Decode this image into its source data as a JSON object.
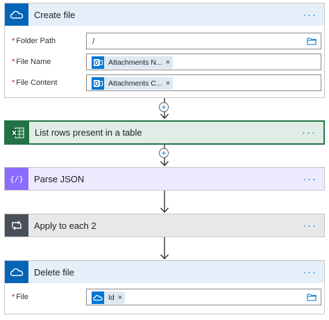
{
  "create_file": {
    "title": "Create file",
    "more": "···",
    "fields": [
      {
        "label": "Folder Path",
        "value": "/"
      },
      {
        "label": "File Name",
        "token": "Attachments N...",
        "remove": "×"
      },
      {
        "label": "File Content",
        "token": "Attachments C...",
        "remove": "×"
      }
    ],
    "required_mark": "*"
  },
  "list_rows": {
    "title": "List rows present in a table",
    "more": "···"
  },
  "parse_json": {
    "title": "Parse JSON",
    "more": "···"
  },
  "apply_each": {
    "title": "Apply to each 2",
    "more": "···"
  },
  "delete_file": {
    "title": "Delete file",
    "more": "···",
    "fields": [
      {
        "label": "File",
        "token": "Id",
        "remove": "×"
      }
    ],
    "required_mark": "*"
  },
  "connector_plus": "+",
  "colors": {
    "onedrive": "#0364b8",
    "excel": "#217346",
    "parse_json": "#8c6cff",
    "control": "#484f58",
    "onedrive_bg": "#e5effa",
    "excel_bg": "#e0ede6",
    "parse_bg": "#ede9fe",
    "control_bg": "#e6e8ea"
  }
}
